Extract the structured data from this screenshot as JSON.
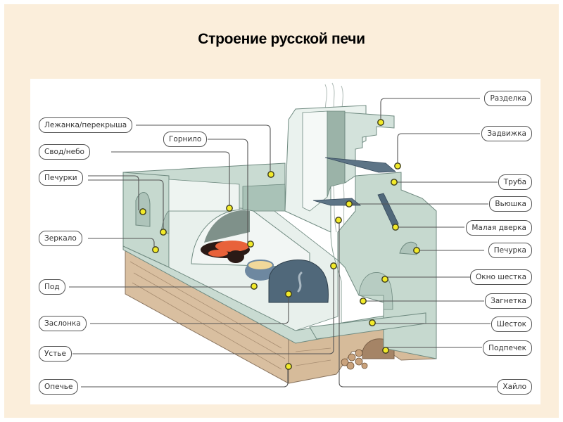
{
  "title": "Строение русской печи",
  "colors": {
    "background": "#fbeedb",
    "panel": "#ffffff",
    "stove_wall": "#c9dbd2",
    "stove_wall_dark": "#9fb8ad",
    "stove_inner": "#e8f0ec",
    "metal": "#50687a",
    "wood": "#d9bfa0",
    "marker": "#f2ea2a",
    "leader_line": "#555555"
  },
  "labels_left": [
    {
      "id": "lezhanka",
      "text": "Лежанка/перекрыша"
    },
    {
      "id": "gornilo",
      "text": "Горнило"
    },
    {
      "id": "svod",
      "text": "Свод/небо"
    },
    {
      "id": "pechurki",
      "text": "Печурки"
    },
    {
      "id": "zerkalo",
      "text": "Зеркало"
    },
    {
      "id": "pod",
      "text": "Под"
    },
    {
      "id": "zaslonka",
      "text": "Заслонка"
    },
    {
      "id": "ustye",
      "text": "Устье"
    },
    {
      "id": "opechye",
      "text": "Опечье"
    }
  ],
  "labels_right": [
    {
      "id": "razdelka",
      "text": "Разделка"
    },
    {
      "id": "zadvizhka",
      "text": "Задвижка"
    },
    {
      "id": "truba",
      "text": "Труба"
    },
    {
      "id": "vyushka",
      "text": "Вьюшка"
    },
    {
      "id": "malaya_dverka",
      "text": "Малая дверка"
    },
    {
      "id": "pechurka",
      "text": "Печурка"
    },
    {
      "id": "okno_shestka",
      "text": "Окно шестка"
    },
    {
      "id": "zagnetka",
      "text": "Загнетка"
    },
    {
      "id": "shestok",
      "text": "Шесток"
    },
    {
      "id": "podpechek",
      "text": "Подпечек"
    },
    {
      "id": "khailo",
      "text": "Хайло"
    }
  ]
}
